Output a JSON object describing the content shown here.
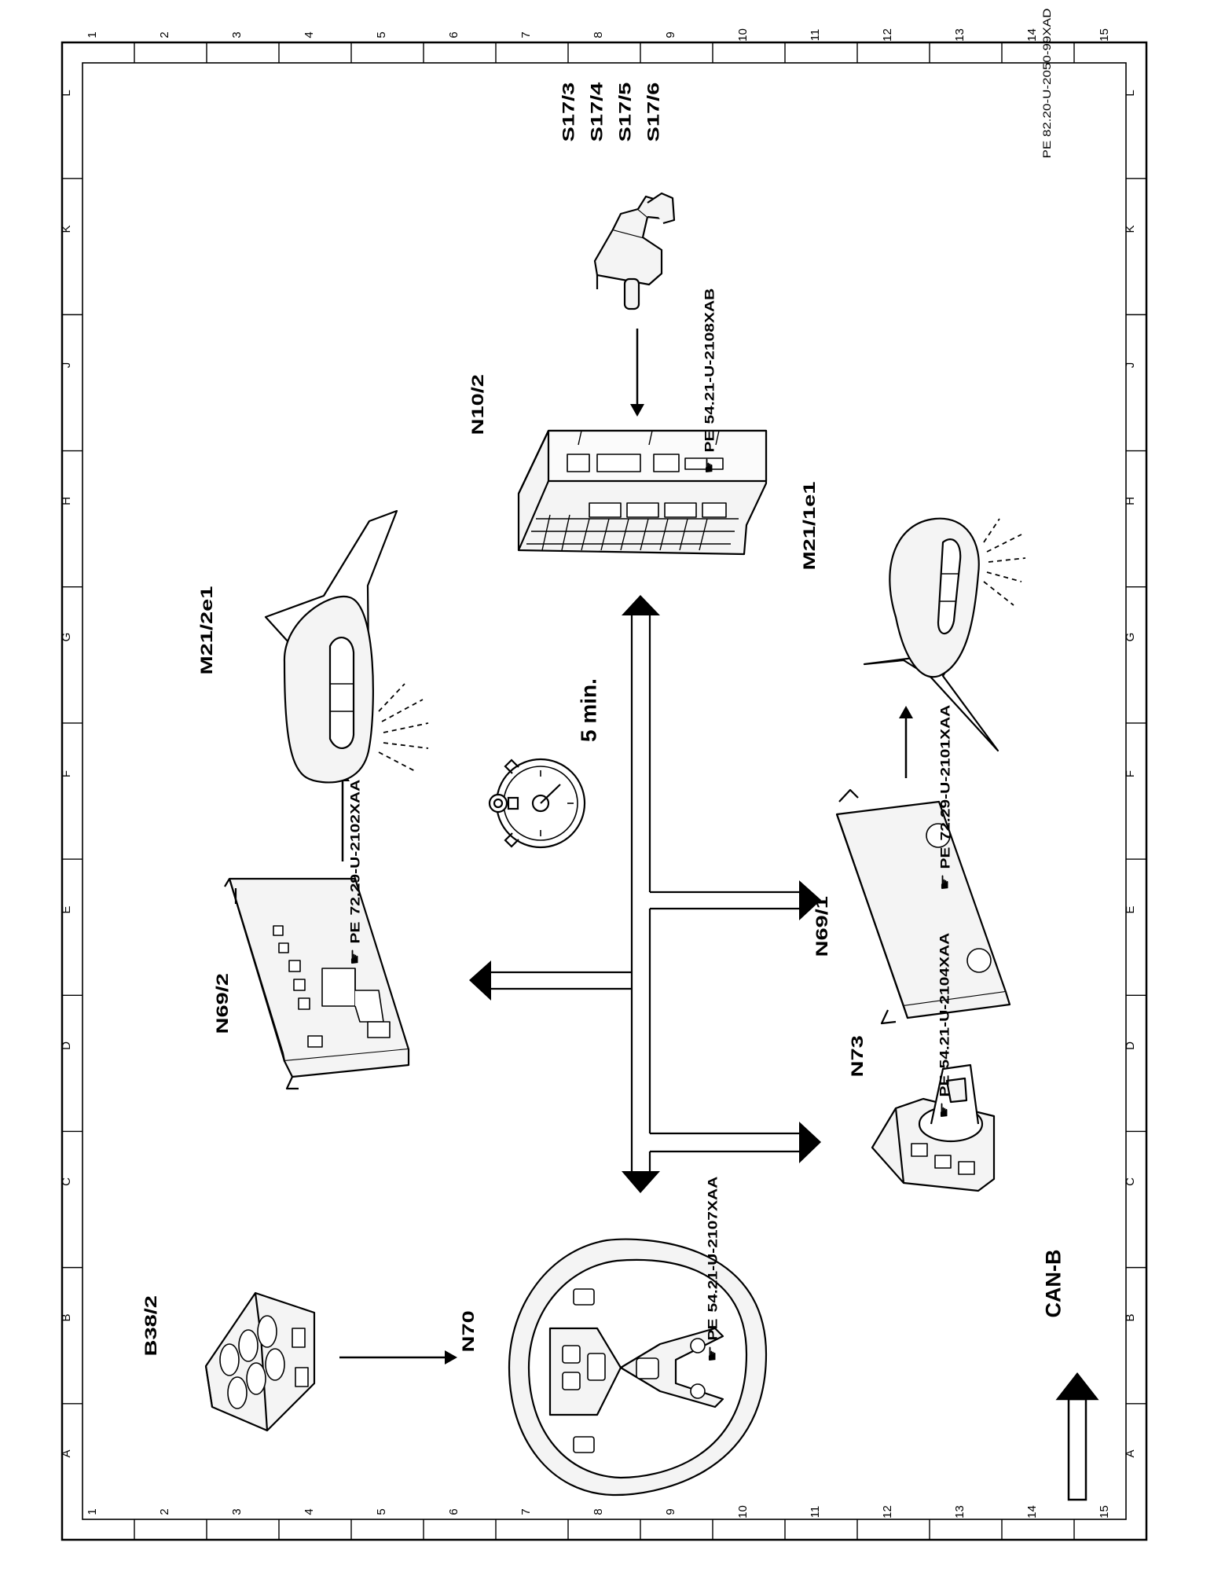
{
  "document_ref": "PE 82.20-U-2050-99XAD",
  "grid": {
    "columns": [
      "A",
      "B",
      "C",
      "D",
      "E",
      "F",
      "G",
      "H",
      "J",
      "K",
      "L"
    ],
    "rows": [
      "1",
      "2",
      "3",
      "4",
      "5",
      "6",
      "7",
      "8",
      "9",
      "10",
      "11",
      "12",
      "13",
      "14",
      "15"
    ]
  },
  "timer_label": "5 min.",
  "legend_label": "CAN-B",
  "ref_prefix": "PE",
  "components": [
    {
      "id": "S17_3",
      "label": "S17/3"
    },
    {
      "id": "S17_4",
      "label": "S17/4"
    },
    {
      "id": "S17_5",
      "label": "S17/5"
    },
    {
      "id": "S17_6",
      "label": "S17/6"
    },
    {
      "id": "N10_2",
      "label": "N10/2",
      "ref": "54.21-U-2108XAB"
    },
    {
      "id": "M21_2e1",
      "label": "M21/2e1"
    },
    {
      "id": "M21_1e1",
      "label": "M21/1e1"
    },
    {
      "id": "N69_2",
      "label": "N69/2",
      "ref": "72.29-U-2102XAA"
    },
    {
      "id": "N69_1",
      "label": "N69/1",
      "ref": "72.29-U-2101XAA"
    },
    {
      "id": "N73",
      "label": "N73",
      "ref": "54.21-U-2104XAA"
    },
    {
      "id": "N70",
      "label": "N70",
      "ref": "54.21-U-2107XAA"
    },
    {
      "id": "B38_2",
      "label": "B38/2"
    }
  ],
  "colors": {
    "ink": "#000000",
    "paper": "#ffffff",
    "part_fill": "#f4f4f4"
  }
}
